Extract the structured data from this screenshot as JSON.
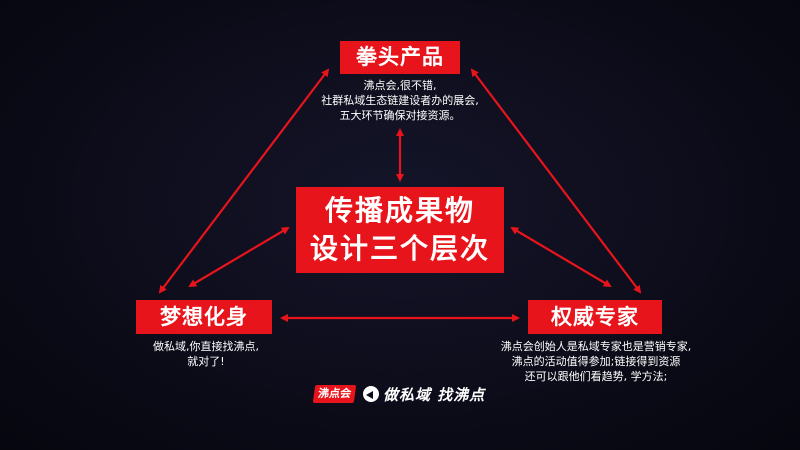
{
  "nodes": {
    "top": {
      "title": "拳头产品",
      "lines": [
        "沸点会,很不错,",
        "社群私域生态链建设者办的展会,",
        "五大环节确保对接资源。"
      ]
    },
    "left": {
      "title": "梦想化身",
      "lines": [
        "做私域,你直接找沸点,",
        "就对了!"
      ]
    },
    "right": {
      "title": "权威专家",
      "lines": [
        "沸点会创始人是私域专家也是营销专家,",
        "沸点的活动值得参加;链接得到资源",
        "还可以跟他们看趋势, 学方法;"
      ]
    },
    "center": {
      "lines": [
        "传播成果物",
        "设计三个层次"
      ]
    }
  },
  "footer": {
    "logo": "沸点会",
    "slogan": "做私域 找沸点"
  },
  "colors": {
    "accent": "#e8141b",
    "background": "#0c0c1a",
    "text": "#ffffff"
  },
  "icons": {
    "footer_mark": "play-circle-icon"
  }
}
